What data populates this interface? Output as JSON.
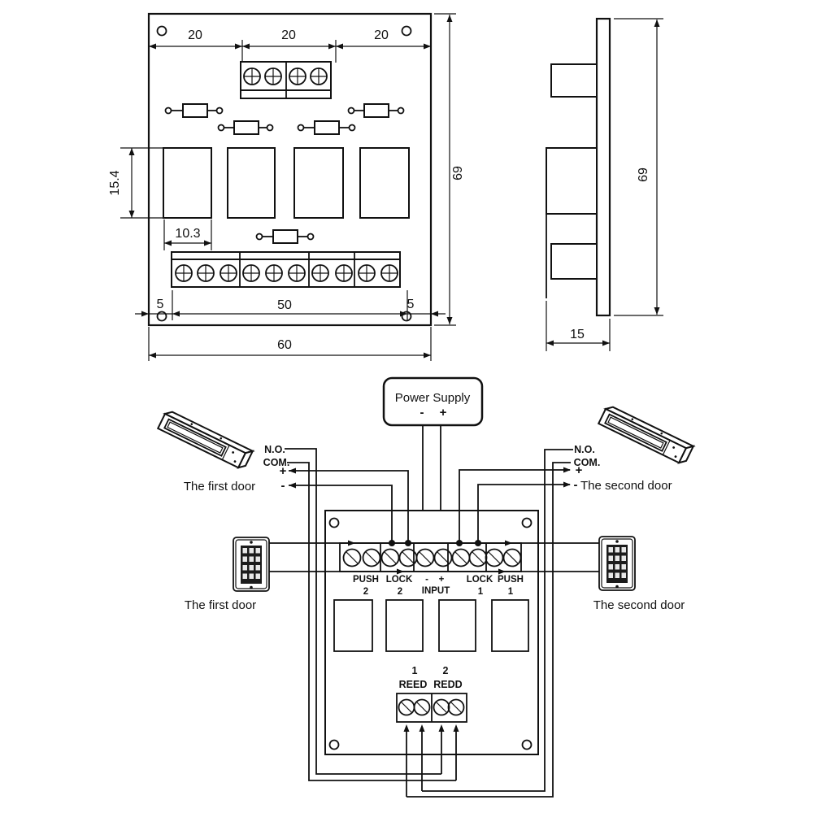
{
  "front": {
    "seg20": [
      "20",
      "20",
      "20"
    ],
    "height": "69",
    "relay_height": "15.4",
    "relay_width": "10.3",
    "margin_left": "5",
    "span_center": "50",
    "margin_right": "5",
    "width": "60"
  },
  "side": {
    "height": "69",
    "depth": "15"
  },
  "wiring": {
    "power_supply": {
      "title": "Power Supply",
      "minus": "-",
      "plus": "+"
    },
    "left": {
      "no": "N.O.",
      "com": "COM.",
      "plus": "+",
      "minus": "-",
      "lock_label": "The first door",
      "keypad_label": "The first door"
    },
    "right": {
      "no": "N.O.",
      "com": "COM.",
      "plus": "+",
      "minus": "-",
      "lock_label": "The second door",
      "keypad_label": "The second door"
    },
    "strip": {
      "push2_top": "PUSH",
      "push2_num": "2",
      "lock2_top": "LOCK",
      "lock2_num": "2",
      "input_minus": "-",
      "input_plus": "+",
      "input_label": "INPUT",
      "lock1_top": "LOCK",
      "lock1_num": "1",
      "push1_top": "PUSH",
      "push1_num": "1"
    },
    "reed": {
      "num1": "1",
      "num2": "2",
      "label1": "REED",
      "label2": "REDD"
    }
  }
}
